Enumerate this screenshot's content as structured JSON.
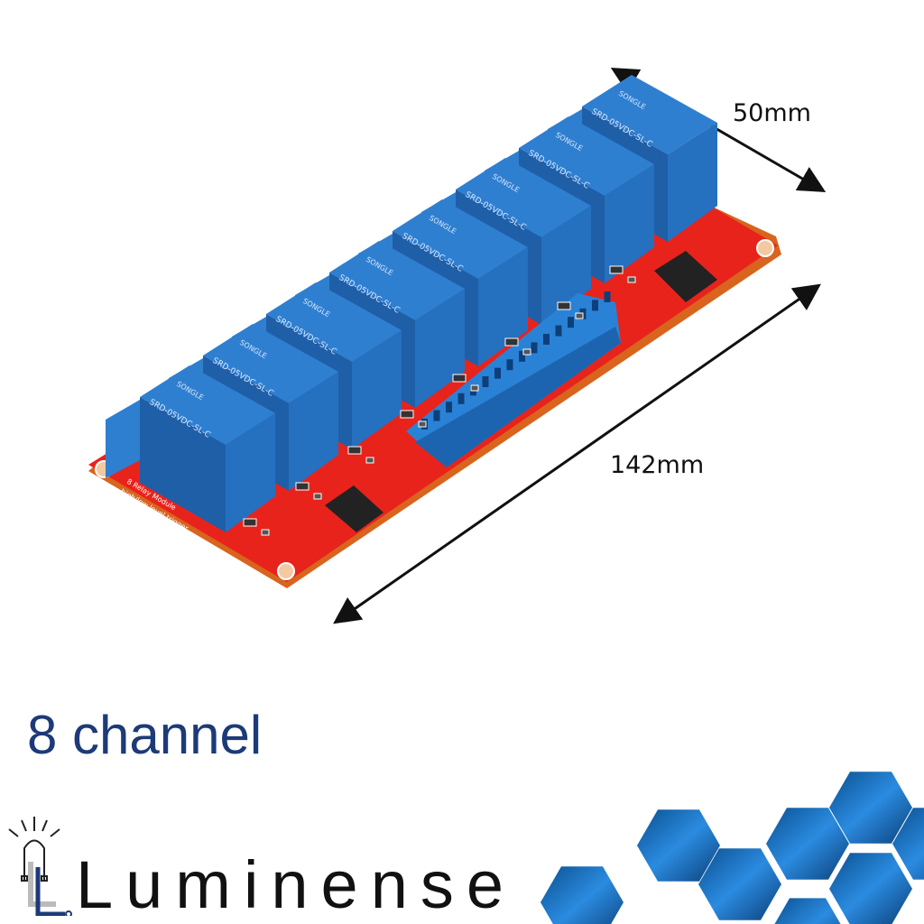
{
  "dimensions": {
    "width_label": "50mm",
    "length_label": "142mm"
  },
  "caption": "8 channel",
  "brand": {
    "name": "Luminense"
  },
  "product": {
    "relay_count": 8,
    "relay_model": "SRD-05VDC-SL-C",
    "relay_brand": "SONGLE",
    "board_label_line1": "8 Relay Module",
    "board_label_line2": "high/low level trigger"
  },
  "colors": {
    "board": "#e8231b",
    "relay": "#2f7fd0",
    "relay_dark": "#1f5fa8",
    "caption": "#1d3a78",
    "hex": "#1565a8"
  }
}
